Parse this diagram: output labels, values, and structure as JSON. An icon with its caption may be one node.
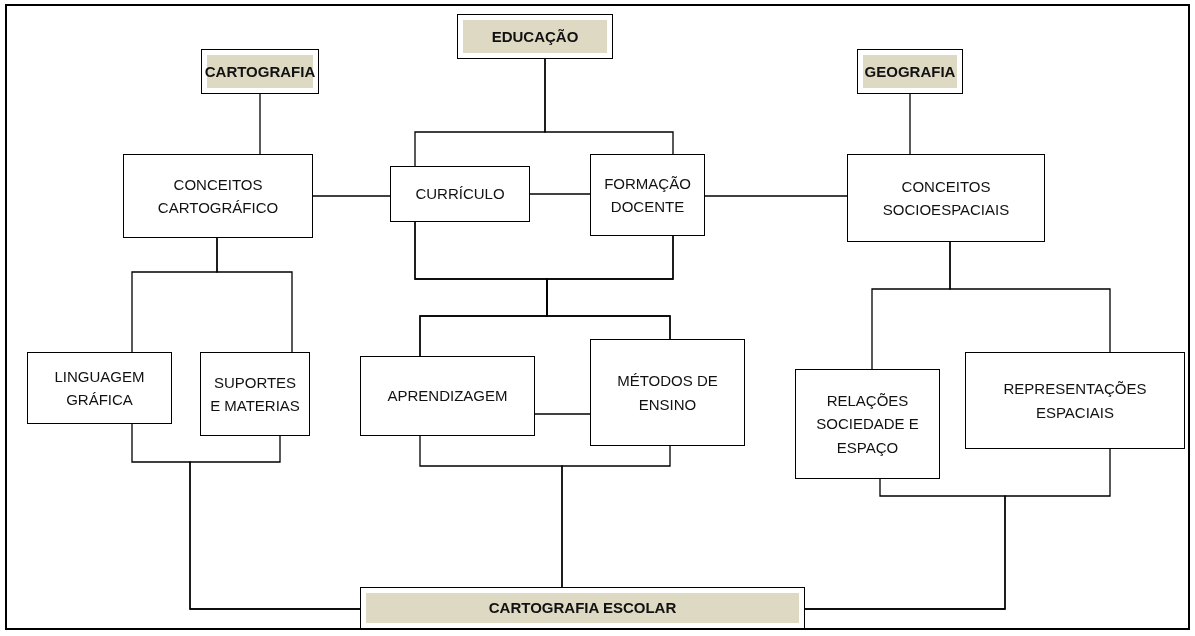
{
  "diagram": {
    "nodes": [
      {
        "text": [
          "CARTOGRAFIA"
        ]
      },
      {
        "text": [
          "EDUCAÇÃO"
        ]
      },
      {
        "text": [
          "GEOGRAFIA"
        ]
      },
      {
        "text": [
          "CONCEITOS CARTOGRÁFICO"
        ]
      },
      {
        "text": [
          "CURRÍCULO"
        ]
      },
      {
        "text": [
          "FORMAÇÃO DOCENTE"
        ]
      },
      {
        "text": [
          "CONCEITOS SOCIOESPACIAIS"
        ]
      },
      {
        "text": [
          "LINGUAGEM GRÁFICA"
        ]
      },
      {
        "text": [
          "SUPORTES E MATERIAS"
        ]
      },
      {
        "text": [
          "APRENDIZAGEM"
        ]
      },
      {
        "text": [
          "MÉTODOS DE ENSINO"
        ]
      },
      {
        "text": [
          "RELAÇÕES SOCIEDADE E ESPAÇO"
        ]
      },
      {
        "text": [
          "REPRESENTAÇÕES ESPACIAIS"
        ]
      },
      {
        "text": [
          "CARTOGRAFIA ESCOLAR"
        ]
      }
    ],
    "edges": [
      {
        "from": 0,
        "to": 3,
        "arrow": "none"
      },
      {
        "from": 1,
        "to": 4,
        "arrow": "none"
      },
      {
        "from": 1,
        "to": 5,
        "arrow": "none"
      },
      {
        "from": 3,
        "to": 4,
        "arrow": "none"
      },
      {
        "from": 4,
        "to": 5,
        "arrow": "none"
      },
      {
        "from": 5,
        "to": 6,
        "arrow": "none"
      },
      {
        "from": 2,
        "to": 6,
        "arrow": "none"
      },
      {
        "from": 3,
        "to": 7,
        "arrow": "none"
      },
      {
        "from": 3,
        "to": 8,
        "arrow": "none"
      },
      {
        "from": 4,
        "to": 9,
        "arrow": "none"
      },
      {
        "from": 4,
        "to": 10,
        "arrow": "none"
      },
      {
        "from": 5,
        "to": 9,
        "arrow": "none"
      },
      {
        "from": 5,
        "to": 10,
        "arrow": "none"
      },
      {
        "from": 6,
        "to": 11,
        "arrow": "none"
      },
      {
        "from": 6,
        "to": 12,
        "arrow": "none"
      },
      {
        "from": 9,
        "to": 10,
        "arrow": "none"
      },
      {
        "from": 7,
        "to": 13,
        "arrow": "none"
      },
      {
        "from": 8,
        "to": 13,
        "arrow": "none"
      },
      {
        "from": 9,
        "to": 13,
        "arrow": "none"
      },
      {
        "from": 10,
        "to": 13,
        "arrow": "none"
      },
      {
        "from": 11,
        "to": 13,
        "arrow": "none"
      },
      {
        "from": 12,
        "to": 13,
        "arrow": "none"
      }
    ]
  }
}
